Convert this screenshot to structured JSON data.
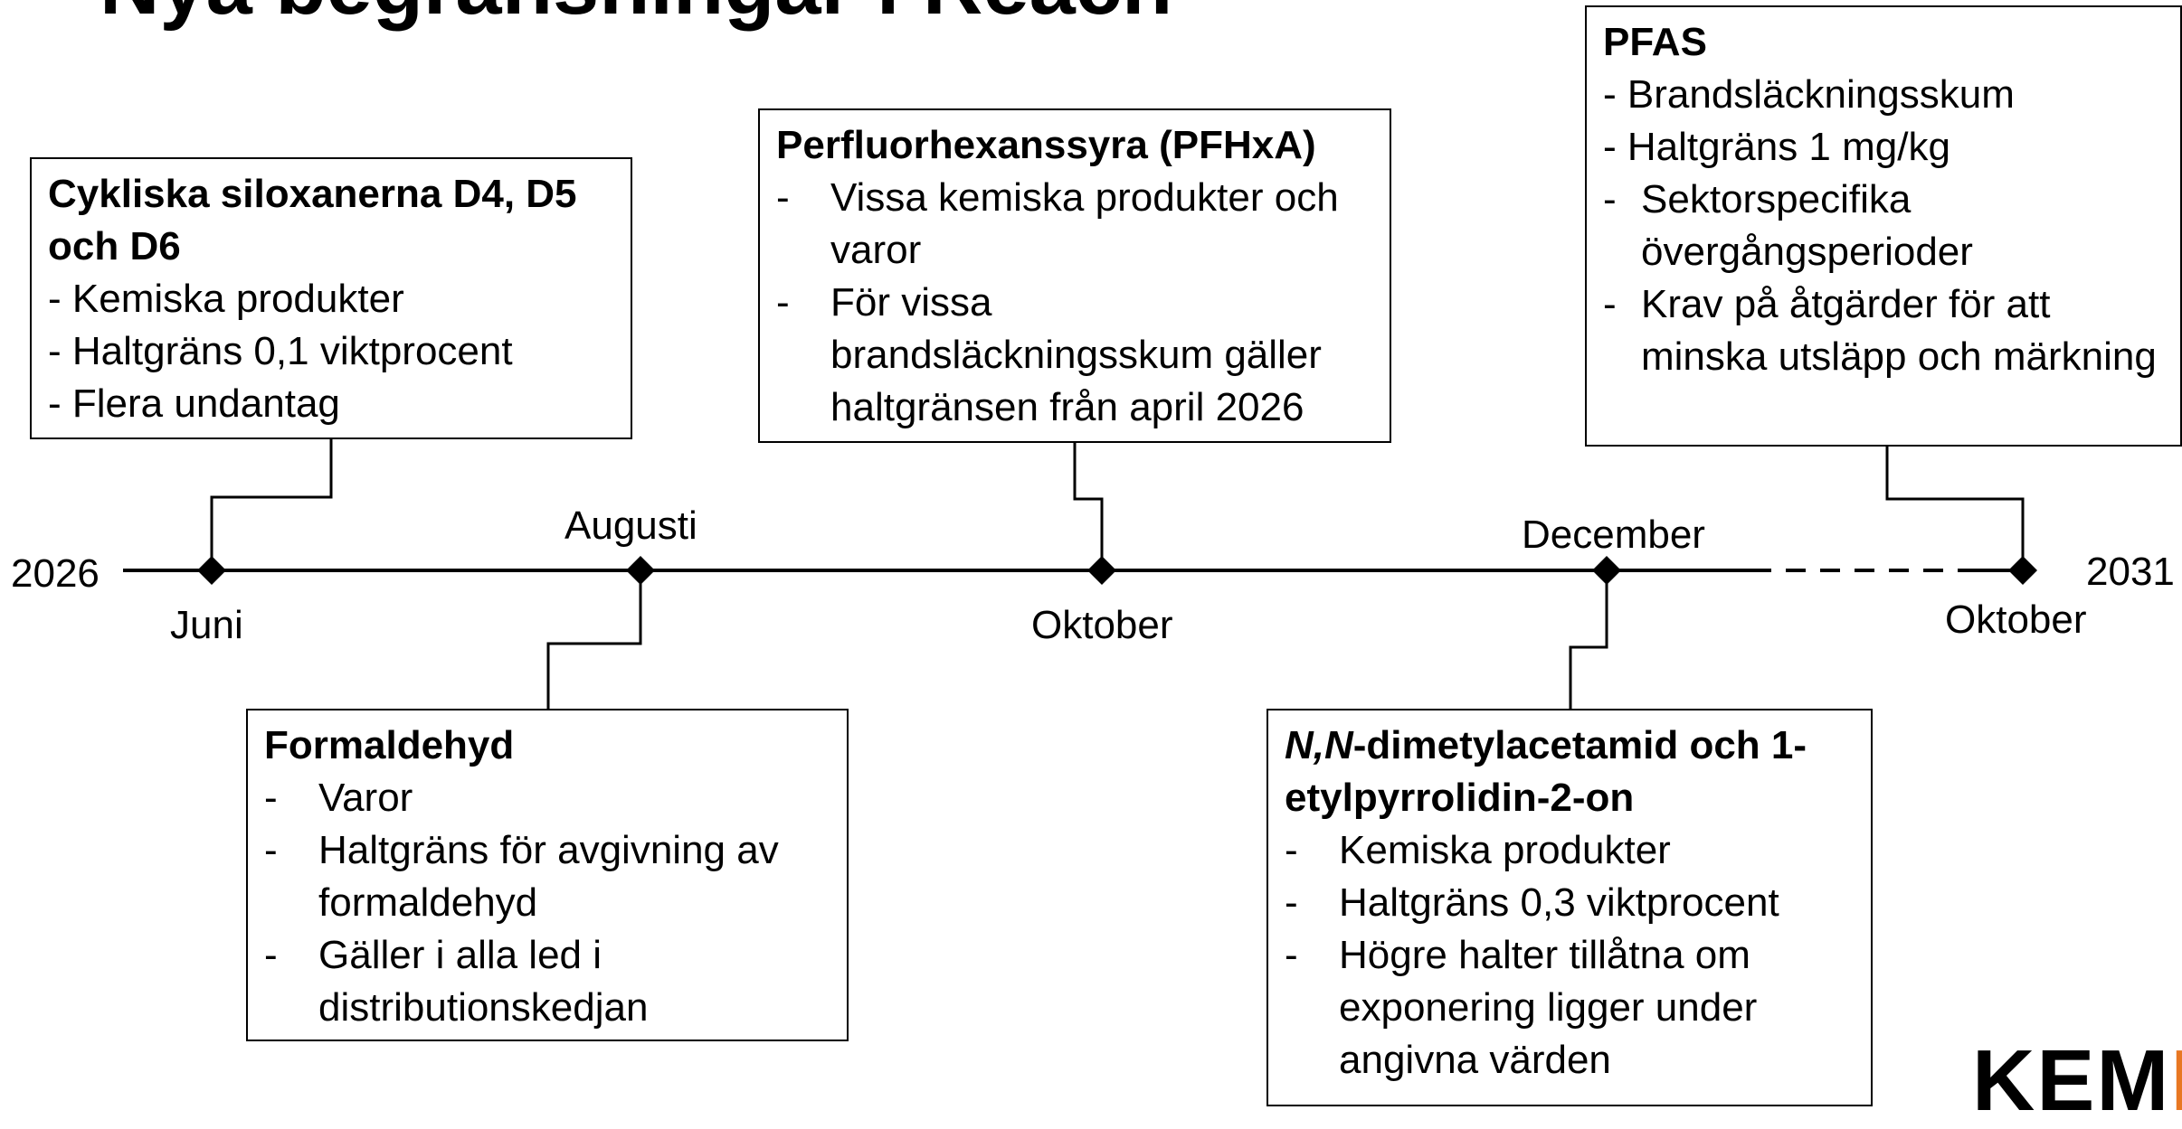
{
  "title": "Nya begränsningar i Reach",
  "timeline": {
    "start_year": "2026",
    "end_year": "2031",
    "months": {
      "june": "Juni",
      "august": "Augusti",
      "october": "Oktober",
      "december": "December",
      "october_2031": "Oktober"
    }
  },
  "boxes": {
    "siloxanes": {
      "heading": "Cykliska siloxanerna D4, D5 och D6",
      "items": [
        "Kemiska produkter",
        "Haltgräns 0,1 viktprocent",
        "Flera undantag"
      ]
    },
    "pfhxa": {
      "heading": "Perfluorhexanssyra (PFHxA)",
      "items": [
        "Vissa kemiska produkter och varor",
        "För vissa brandsläckningsskum gäller haltgränsen från april 2026"
      ]
    },
    "pfas": {
      "heading": "PFAS",
      "items": [
        "Brandsläckningsskum",
        "Haltgräns 1 mg/kg",
        "Sektorspecifika övergångsperioder",
        "Krav på åtgärder för att minska utsläpp och märkning"
      ]
    },
    "formaldehyde": {
      "heading": "Formaldehyd",
      "items": [
        "Varor",
        "Haltgräns för avgivning av formaldehyd",
        "Gäller i alla led i distributionskedjan"
      ]
    },
    "dmac": {
      "heading_italic": "N,N",
      "heading_rest": "-dimetylacetamid och 1-etylpyrrolidin-2-on",
      "items": [
        "Kemiska produkter",
        "Haltgräns 0,3 viktprocent",
        "Högre halter tillåtna om exponering ligger under angivna värden"
      ]
    }
  },
  "logo": {
    "text_main": "KEM",
    "text_accent": "I"
  }
}
